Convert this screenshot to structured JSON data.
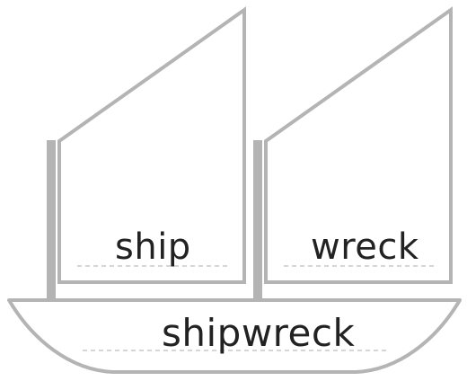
{
  "words": {
    "left_sail": "ship",
    "right_sail": "wreck",
    "hull": "shipwreck"
  },
  "colors": {
    "outline": "#b4b4b4",
    "dashed_line": "#c8c8c8",
    "text": "#222222",
    "background": "#ffffff"
  }
}
